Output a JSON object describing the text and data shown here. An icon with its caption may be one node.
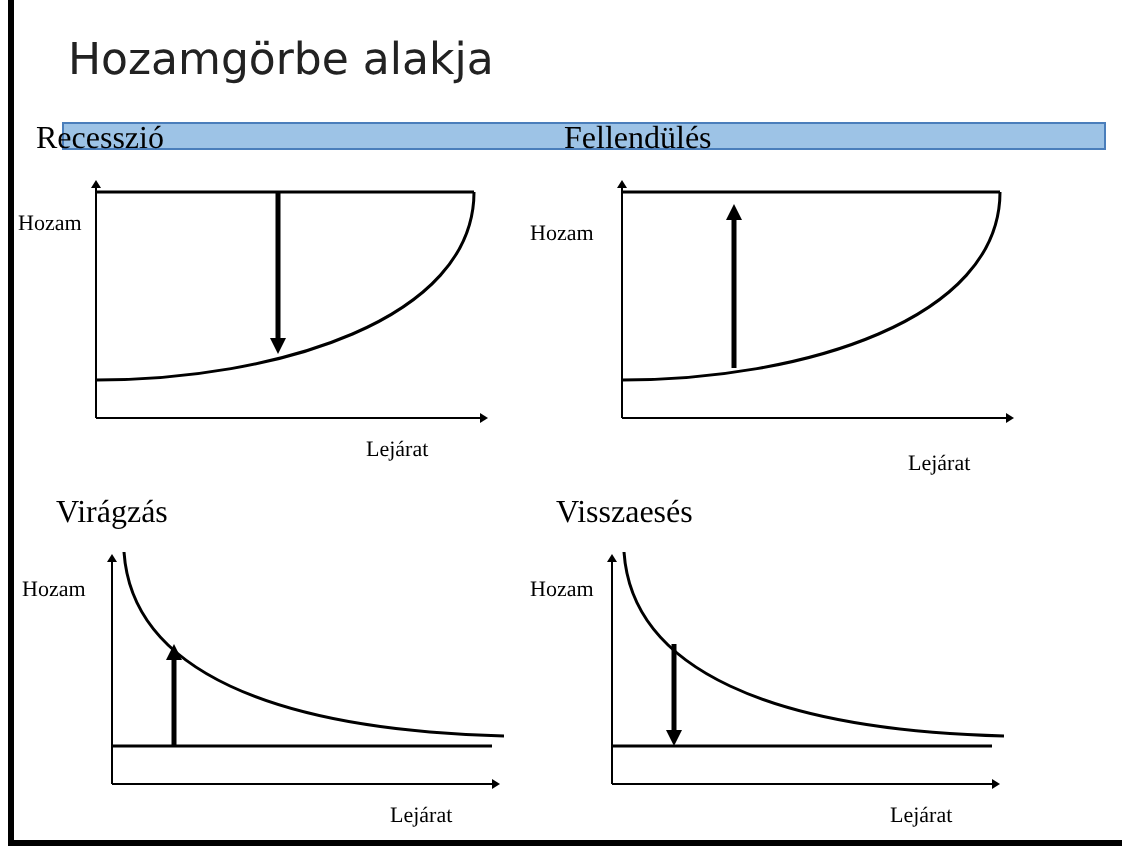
{
  "diagram": {
    "title": "Hozamgörbe alakja",
    "labels": [
      "Recesszió",
      "Fellendülés",
      "Hozam",
      "Hozam",
      "Lejárat",
      "Lejárat",
      "Virágzás",
      "Visszaesés",
      "Hozam",
      "Hozam",
      "Lejárat",
      "Lejárat"
    ]
  }
}
